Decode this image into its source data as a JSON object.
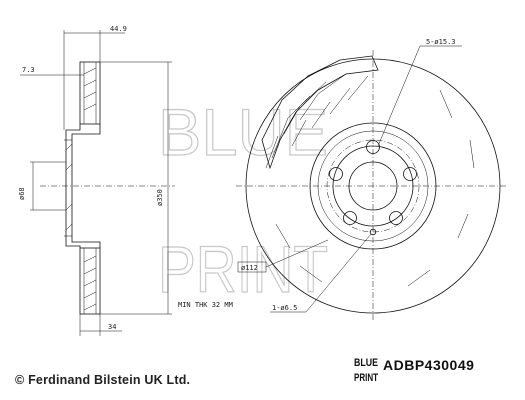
{
  "drawing": {
    "dims": {
      "overall_width": "44.9",
      "hat_offset": "7.3",
      "center_bore": "ø68",
      "outer_diameter": "ø350",
      "min_thickness": "MIN THK 32 MM",
      "thickness": "34",
      "bolt_holes": "5-ø15.3",
      "pcd": "ø112",
      "locating_hole": "1-ø6.5"
    },
    "watermark": [
      "BLUE",
      "PRINT"
    ]
  },
  "footer": {
    "copyright": "© Ferdinand Bilstein UK Ltd.",
    "part_number": "ADBP430049",
    "logo_text": [
      "BLUE",
      "PRINT"
    ]
  }
}
